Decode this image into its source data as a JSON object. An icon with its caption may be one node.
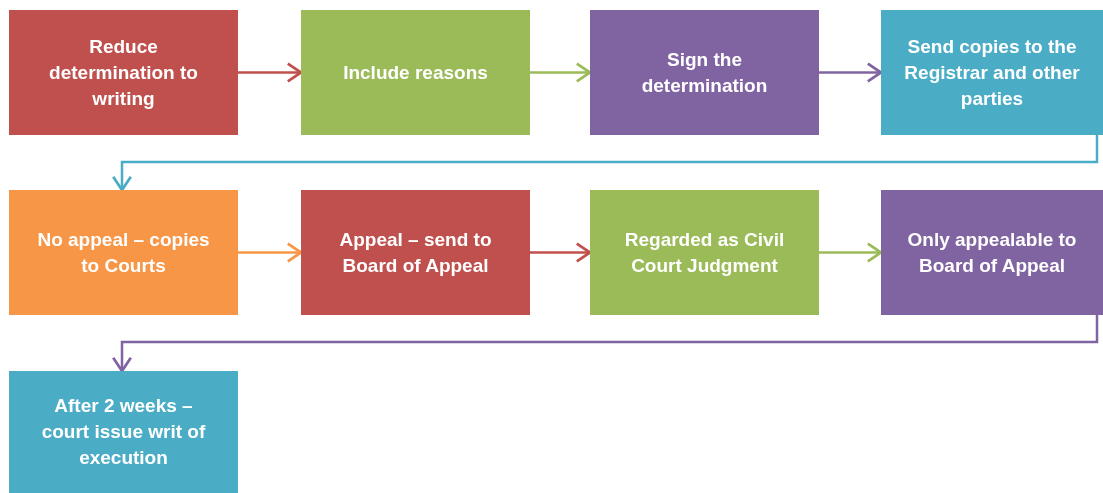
{
  "diagram": {
    "nodes": [
      {
        "text": [
          "Reduce determination to writing"
        ]
      },
      {
        "text": [
          "Include reasons"
        ]
      },
      {
        "text": [
          "Sign the determination"
        ]
      },
      {
        "text": [
          "Send copies to the Registrar and other parties"
        ]
      },
      {
        "text": [
          "No appeal – copies to Courts"
        ]
      },
      {
        "text": [
          "Appeal – send to Board of Appeal"
        ]
      },
      {
        "text": [
          "Regarded as Civil Court Judgment"
        ]
      },
      {
        "text": [
          "Only appealable to Board of Appeal"
        ]
      },
      {
        "text": [
          "After **2 weeks** – court issue writ of execution"
        ]
      }
    ],
    "edges": [
      {
        "from": 0,
        "to": 1,
        "arrow": "to",
        "color": "#c0504d"
      },
      {
        "from": 1,
        "to": 2,
        "arrow": "to",
        "color": "#9bbb59"
      },
      {
        "from": 2,
        "to": 3,
        "arrow": "to",
        "color": "#8064a2"
      },
      {
        "from": 3,
        "to": 4,
        "arrow": "to",
        "color": "#4bacc6"
      },
      {
        "from": 4,
        "to": 5,
        "arrow": "to",
        "color": "#f79646"
      },
      {
        "from": 5,
        "to": 6,
        "arrow": "to",
        "color": "#c0504d"
      },
      {
        "from": 6,
        "to": 7,
        "arrow": "to",
        "color": "#9bbb59"
      },
      {
        "from": 7,
        "to": 8,
        "arrow": "to",
        "color": "#8064a2"
      }
    ]
  }
}
